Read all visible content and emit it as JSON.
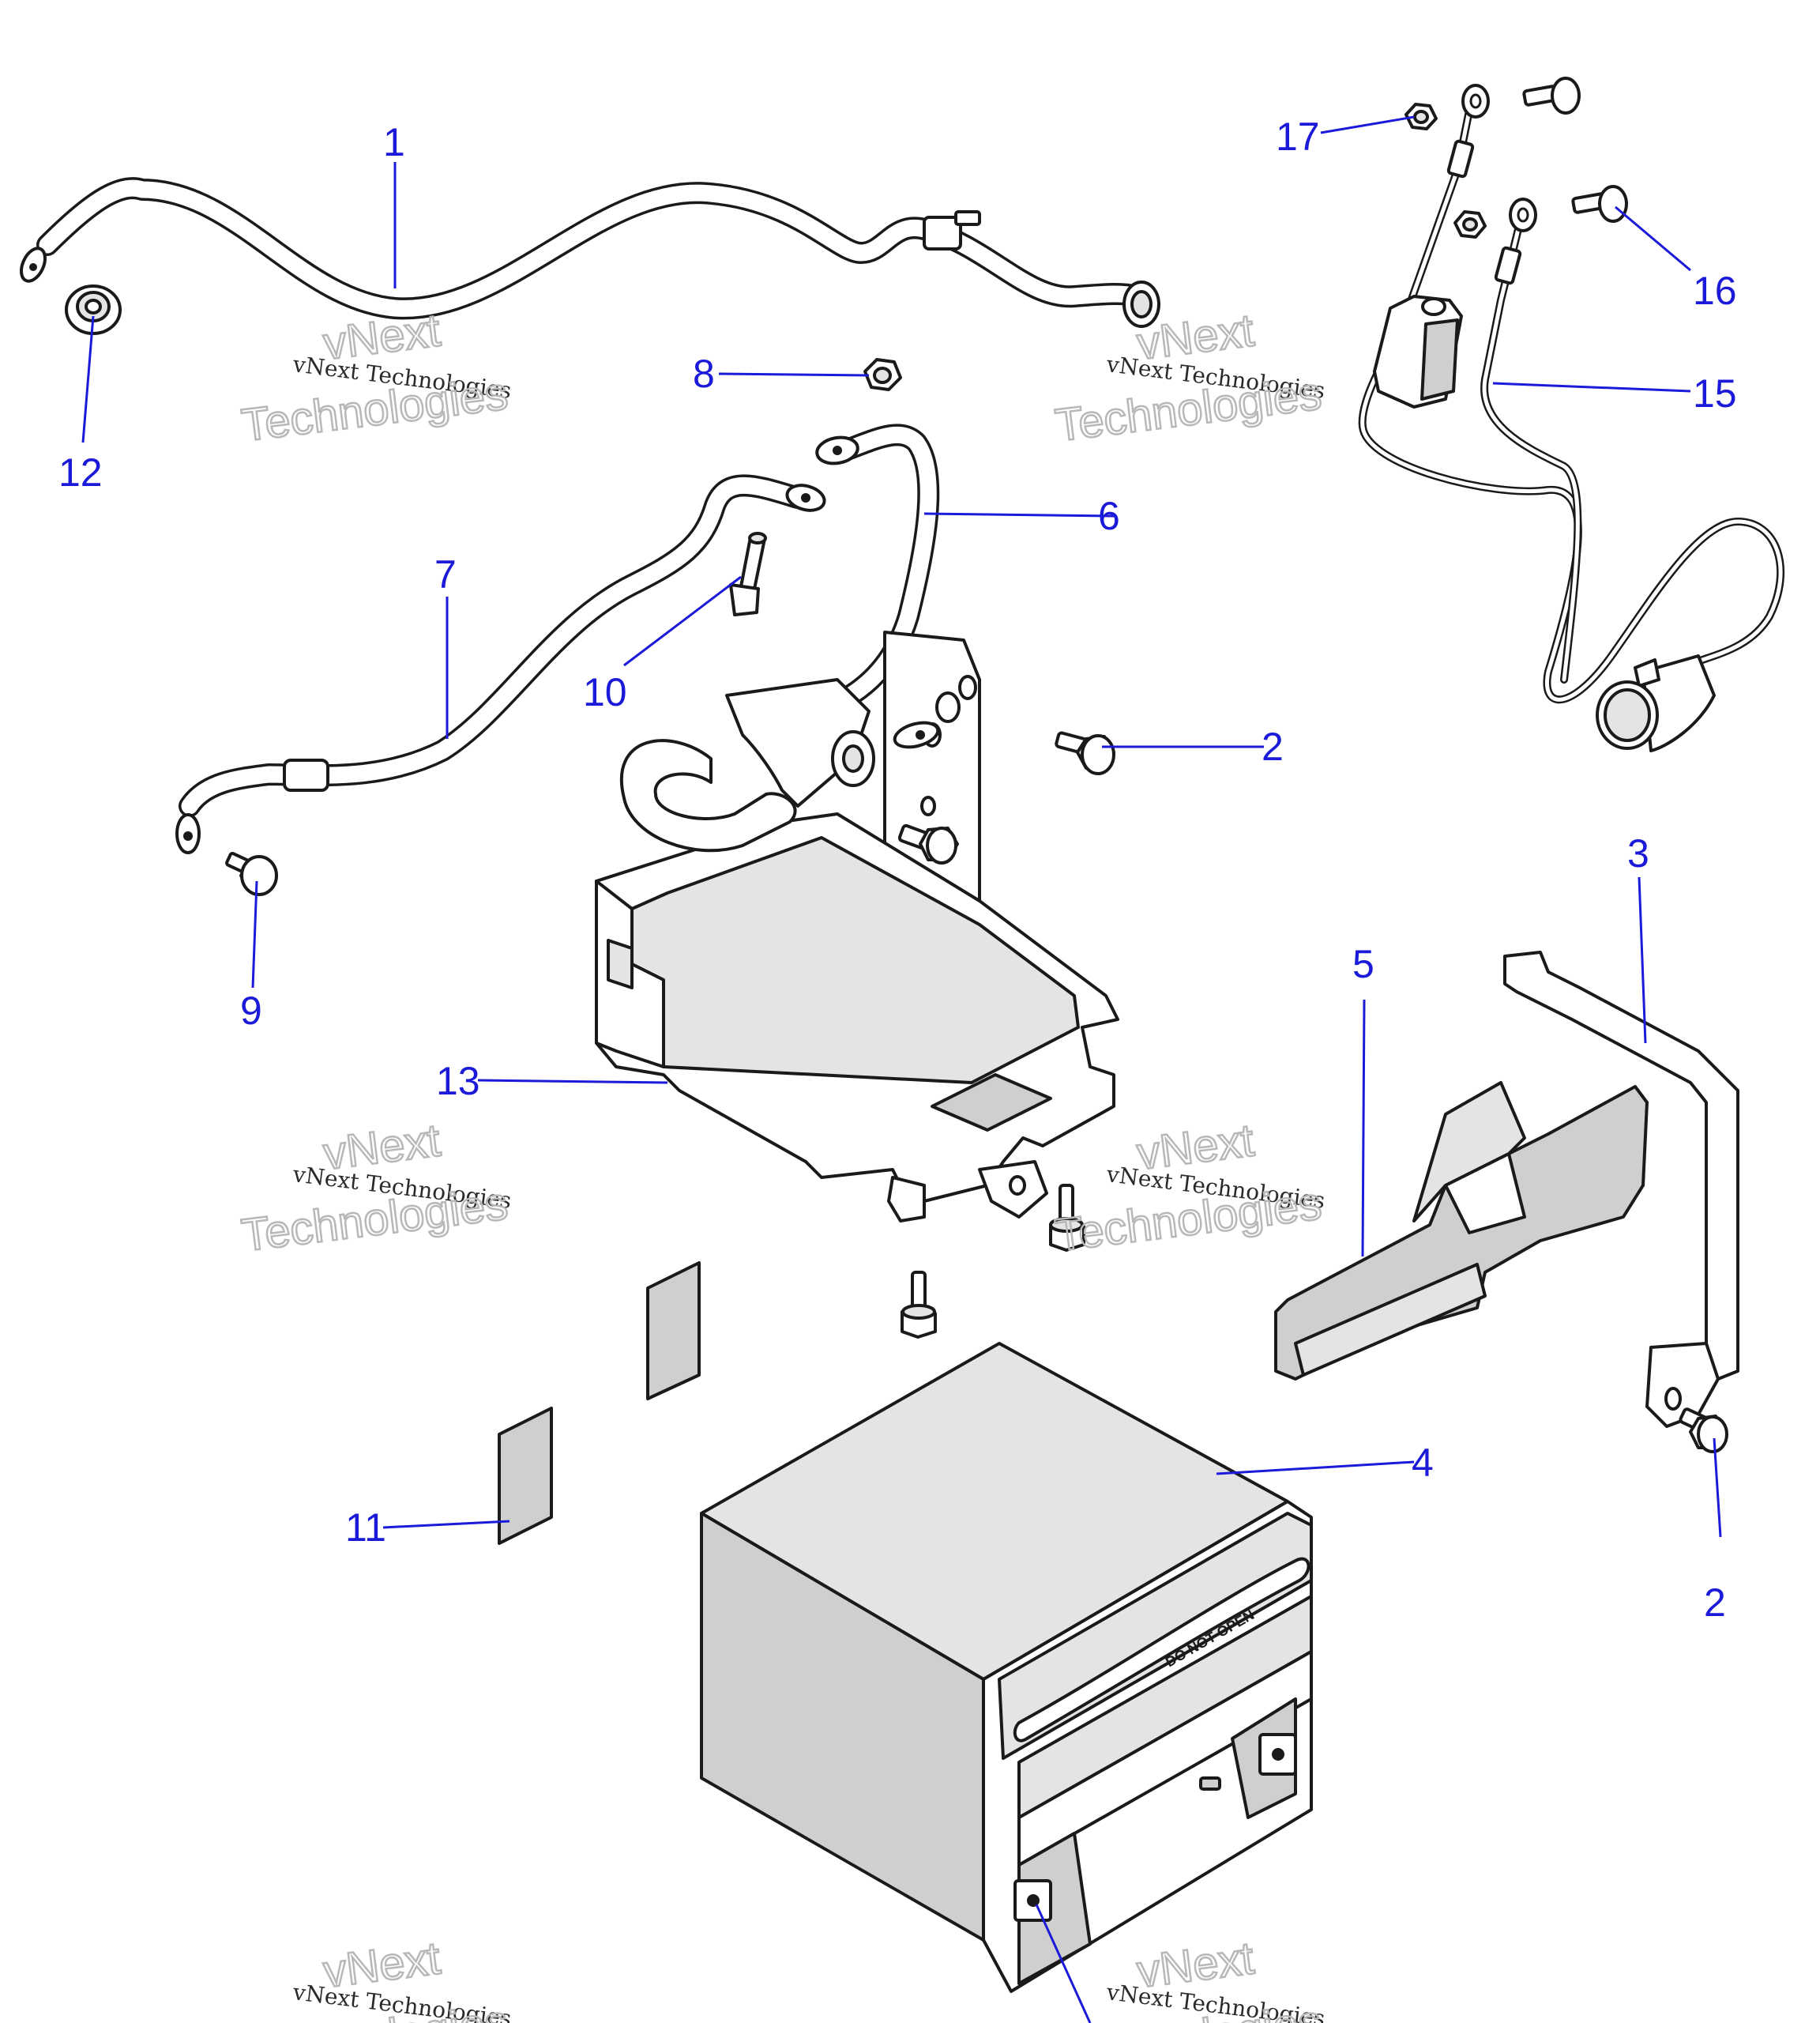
{
  "diagram": {
    "callouts": [
      "1",
      "2",
      "2",
      "3",
      "4",
      "5",
      "6",
      "7",
      "8",
      "9",
      "10",
      "11",
      "12",
      "13",
      "15",
      "16",
      "17"
    ],
    "battery_label": "DO NOT OPEN",
    "watermark": {
      "line1": "vNext Technologies",
      "line2a": "vNext",
      "line2b": "Technologies"
    },
    "colors": {
      "callout": "#1a1ad8",
      "line": "#1a1a1a",
      "shade": "#cfcfcf"
    }
  }
}
